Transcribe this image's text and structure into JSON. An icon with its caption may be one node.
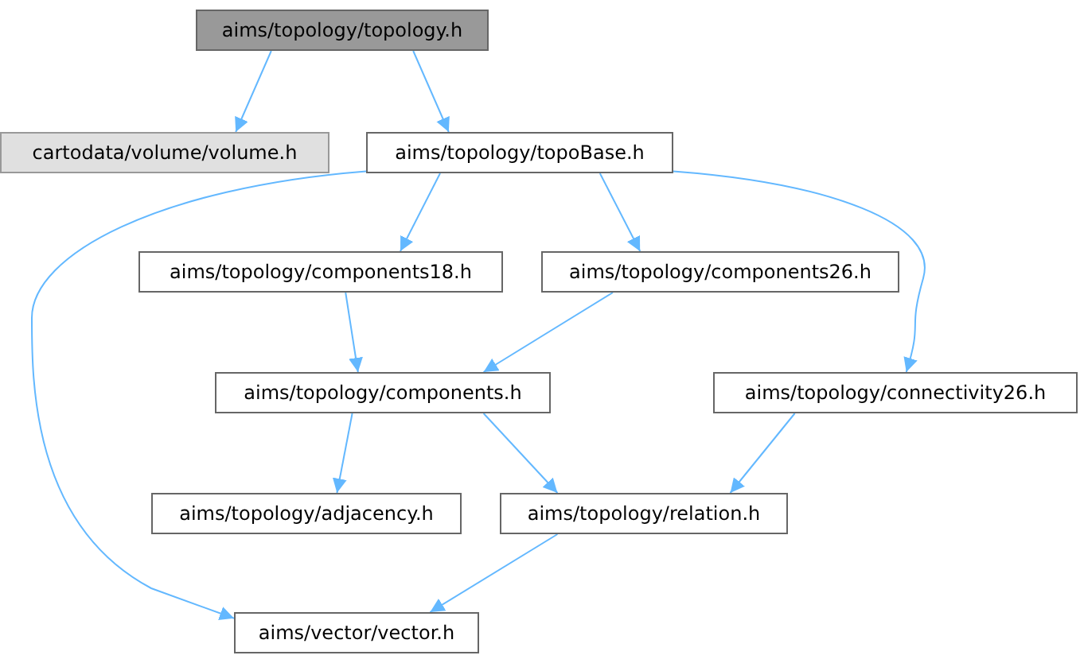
{
  "diagram": {
    "nodes": [
      {
        "text": [
          "aims/topology/topology.h"
        ]
      },
      {
        "text": [
          "cartodata/volume/volume.h"
        ]
      },
      {
        "text": [
          "aims/topology/topoBase.h"
        ]
      },
      {
        "text": [
          "aims/topology/components18.h"
        ]
      },
      {
        "text": [
          "aims/topology/components26.h"
        ]
      },
      {
        "text": [
          "aims/topology/components.h"
        ]
      },
      {
        "text": [
          "aims/topology/connectivity26.h"
        ]
      },
      {
        "text": [
          "aims/topology/adjacency.h"
        ]
      },
      {
        "text": [
          "aims/topology/relation.h"
        ]
      },
      {
        "text": [
          "aims/vector/vector.h"
        ]
      }
    ],
    "edges": [
      {
        "from": 0,
        "to": 1,
        "arrow": "to"
      },
      {
        "from": 0,
        "to": 2,
        "arrow": "to"
      },
      {
        "from": 2,
        "to": 3,
        "arrow": "to"
      },
      {
        "from": 2,
        "to": 4,
        "arrow": "to"
      },
      {
        "from": 2,
        "to": 9,
        "arrow": "to"
      },
      {
        "from": 2,
        "to": 6,
        "arrow": "to"
      },
      {
        "from": 3,
        "to": 5,
        "arrow": "to"
      },
      {
        "from": 4,
        "to": 5,
        "arrow": "to"
      },
      {
        "from": 5,
        "to": 7,
        "arrow": "to"
      },
      {
        "from": 5,
        "to": 8,
        "arrow": "to"
      },
      {
        "from": 6,
        "to": 8,
        "arrow": "to"
      },
      {
        "from": 8,
        "to": 9,
        "arrow": "to"
      }
    ]
  }
}
